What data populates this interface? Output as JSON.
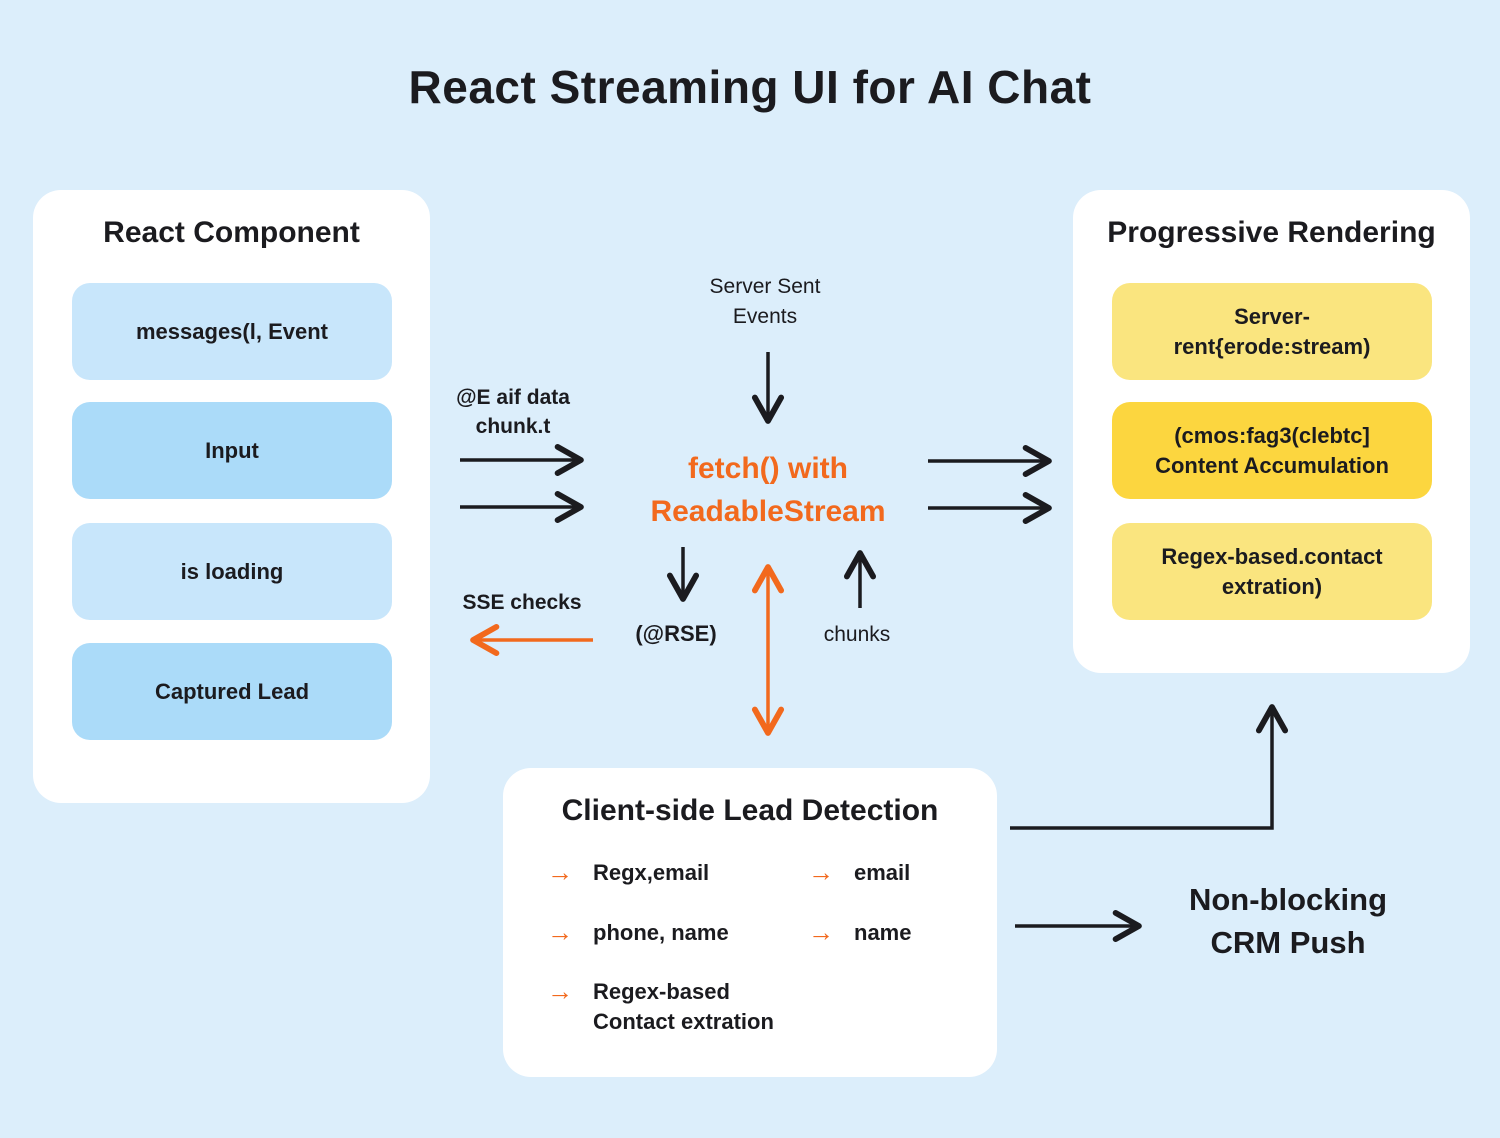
{
  "title": "React Streaming UI for AI Chat",
  "colors": {
    "background": "#DCEEFB",
    "card": "#FFFFFF",
    "blue_light": "#C8E6FB",
    "blue_dark": "#ABDBF9",
    "yellow_light": "#FAE57F",
    "yellow_dark": "#FCD63F",
    "orange": "#F2691D",
    "text": "#1B1B1F"
  },
  "react_component_card": {
    "title": "React Component",
    "items": [
      {
        "label": "messages(l, Event"
      },
      {
        "label": "Input"
      },
      {
        "label": "is loading"
      },
      {
        "label": "Captured Lead"
      }
    ]
  },
  "progressive_rendering_card": {
    "title": "Progressive Rendering",
    "items": [
      {
        "line1": "Server-",
        "line2": "rent{erode:stream)"
      },
      {
        "line1": "(cmos:fag3(clebtc]",
        "line2": "Content Accumulation"
      },
      {
        "line1": "Regex-based.contact",
        "line2": "extration)"
      }
    ]
  },
  "center": {
    "sse_label": {
      "line1": "Server Sent",
      "line2": "Events"
    },
    "chunk_label": {
      "line1": "@E aif data",
      "line2": "chunk.t"
    },
    "fetch_node": {
      "line1": "fetch() with",
      "line2": "ReadableStream"
    },
    "sse_checks_label": "SSE checks",
    "rse_label": "(@RSE)",
    "chunks_label": "chunks"
  },
  "lead_detection_card": {
    "title": "Client-side Lead Detection",
    "column1": [
      {
        "line1": "Regx,email",
        "line2": ""
      },
      {
        "line1": "phone, name",
        "line2": ""
      },
      {
        "line1": "Regex-based",
        "line2": "Contact extration"
      }
    ],
    "column2": [
      {
        "label": "email"
      },
      {
        "label": "name"
      }
    ]
  },
  "crm_label": {
    "line1": "Non-blocking",
    "line2": "CRM Push"
  },
  "icons": {
    "bullet_arrow": "→"
  }
}
